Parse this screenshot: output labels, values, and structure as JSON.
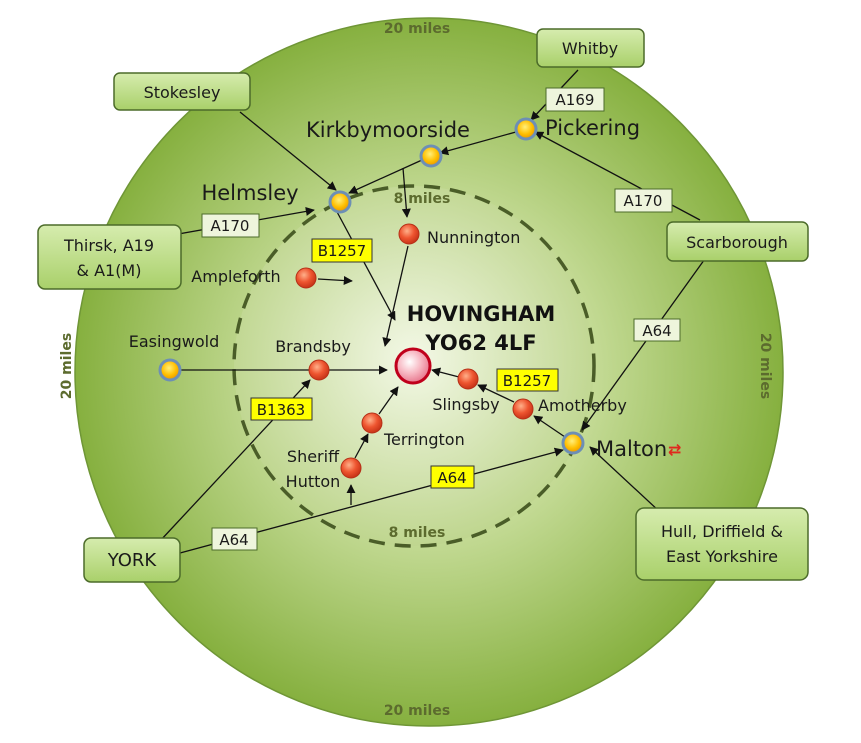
{
  "center": {
    "name": "HOVINGHAM",
    "postcode": "YO62 4LF"
  },
  "rings": {
    "outer_top": "20 miles",
    "outer_bottom": "20 miles",
    "outer_left": "20 miles",
    "outer_right": "20 miles",
    "inner_top": "8 miles",
    "inner_bottom": "8 miles"
  },
  "towns_major": {
    "kirkbymoorside": "Kirkbymoorside",
    "pickering": "Pickering",
    "helmsley": "Helmsley",
    "malton": "Malton",
    "easingwold": "Easingwold",
    "rail_symbol": "⇄"
  },
  "villages": {
    "nunnington": "Nunnington",
    "ampleforth": "Ampleforth",
    "brandsby": "Brandsby",
    "slingsby": "Slingsby",
    "amotherby": "Amotherby",
    "terrington": "Terrington",
    "sheriff_hutton": [
      "Sheriff",
      "Hutton"
    ]
  },
  "destination_boxes": {
    "whitby": "Whitby",
    "stokesley": "Stokesley",
    "thirsk": [
      "Thirsk, A19",
      "& A1(M)"
    ],
    "scarborough": "Scarborough",
    "york": "YORK",
    "hull": [
      "Hull, Driffield &",
      "East Yorkshire"
    ]
  },
  "roads_a": {
    "a169": "A169",
    "a170_left": "A170",
    "a170_right": "A170",
    "a64_right": "A64",
    "a64_bottom": "A64"
  },
  "roads_b": {
    "b1257_left": "B1257",
    "b1257_right": "B1257",
    "b1363": "B1363",
    "a64_yellow": "A64"
  },
  "colors": {
    "outer_disc": "#8fb845",
    "inner_disc": "#c4db94",
    "box_fill": "#bfe08a",
    "box_border": "#4c6b2a",
    "b_road_fill": "#ffff00",
    "village_fill": "#e8452b",
    "town_fill": "#ffc000",
    "town_ring": "#6d8fb5",
    "center_fill": "#f9c0c8",
    "center_ring": "#c0001c",
    "dashed_ring": "#4a5d28"
  }
}
